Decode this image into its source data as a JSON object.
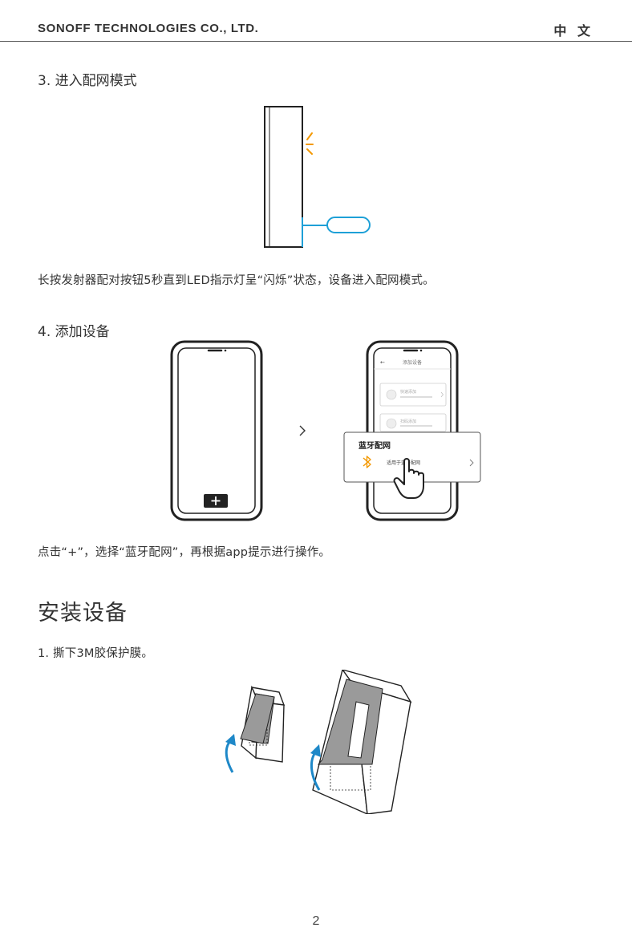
{
  "header": {
    "company": "SONOFF TECHNOLOGIES CO., LTD.",
    "language": "中 文"
  },
  "step3": {
    "title": "3. 进入配网模式",
    "description": "长按发射器配对按钮5秒直到LED指示灯呈“闪烁”状态，设备进入配网模式。"
  },
  "step4": {
    "title": "4. 添加设备",
    "phone_screen_title": "添加设备",
    "menu_item_1": "快速添加",
    "menu_item_2": "扫码添加",
    "popup_title": "蓝牙配网",
    "popup_subtitle": "适用于蓝牙配网",
    "description": "点击“+”，选择“蓝牙配网”，再根据app提示进行操作。"
  },
  "install": {
    "title": "安装设备",
    "step1": "1. 撕下3M胶保护膜。"
  },
  "page_number": "2",
  "colors": {
    "led_orange": "#F39800",
    "button_blue": "#1EA0D7",
    "arrow_blue": "#1E88C8",
    "bluetooth_orange": "#F39800"
  },
  "icons": [
    "led-blink-icon",
    "add-plus-icon",
    "bluetooth-icon",
    "hand-pointer-icon",
    "chevron-right-icon",
    "peel-arrow-icon"
  ]
}
